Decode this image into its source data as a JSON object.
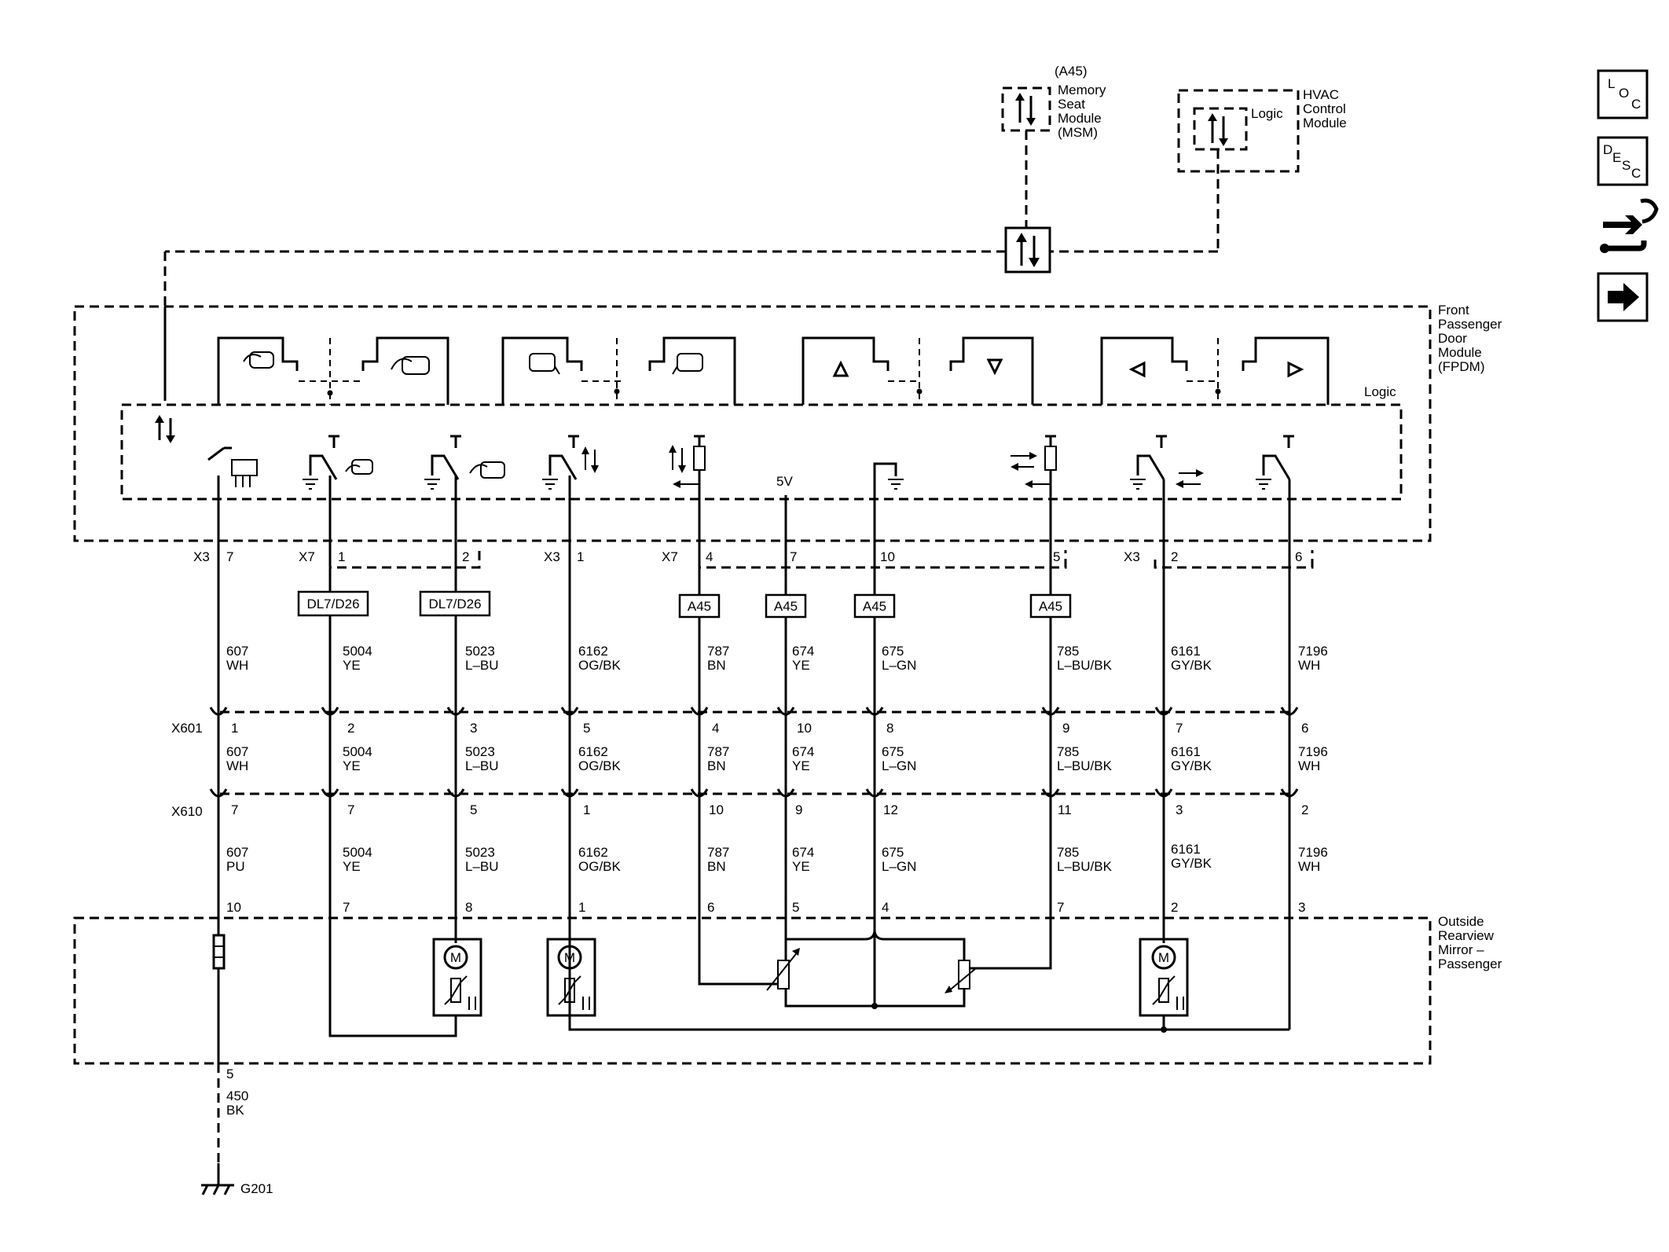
{
  "modules": {
    "msm": {
      "id": "(A45)",
      "name_lines": [
        "Memory",
        "Seat",
        "Module",
        "(MSM)"
      ]
    },
    "hvac": {
      "logic": "Logic",
      "name_lines": [
        "HVAC",
        "Control",
        "Module"
      ]
    },
    "fpdm": {
      "logic": "Logic",
      "name_lines": [
        "Front",
        "Passenger",
        "Door",
        "Module",
        "(FPDM)"
      ]
    },
    "mirror": {
      "name_lines": [
        "Outside",
        "Rearview",
        "Mirror –",
        "Passenger"
      ]
    }
  },
  "top_connectors": {
    "x3_left": "X3",
    "x7_left": "X7",
    "x3_mid": "X3",
    "x7_mid": "X7",
    "x3_right": "X3",
    "supply": "5V"
  },
  "circuits": [
    {
      "top_pin": "7",
      "splice": "",
      "wire": "607",
      "color": "WH",
      "x601": "1",
      "x601_wire": "607",
      "x601_color": "WH",
      "x610": "7",
      "x610_wire": "607",
      "x610_color": "PU",
      "mirror_pin": "10"
    },
    {
      "top_pin": "1",
      "splice": "DL7/D26",
      "wire": "5004",
      "color": "YE",
      "x601": "2",
      "x601_wire": "5004",
      "x601_color": "YE",
      "x610": "7",
      "x610_wire": "5004",
      "x610_color": "YE",
      "mirror_pin": "7"
    },
    {
      "top_pin": "2",
      "splice": "DL7/D26",
      "wire": "5023",
      "color": "L–BU",
      "x601": "3",
      "x601_wire": "5023",
      "x601_color": "L–BU",
      "x610": "5",
      "x610_wire": "5023",
      "x610_color": "L–BU",
      "mirror_pin": "8"
    },
    {
      "top_pin": "1",
      "splice": "",
      "wire": "6162",
      "color": "OG/BK",
      "x601": "5",
      "x601_wire": "6162",
      "x601_color": "OG/BK",
      "x610": "1",
      "x610_wire": "6162",
      "x610_color": "OG/BK",
      "mirror_pin": "1"
    },
    {
      "top_pin": "4",
      "splice": "A45",
      "wire": "787",
      "color": "BN",
      "x601": "4",
      "x601_wire": "787",
      "x601_color": "BN",
      "x610": "10",
      "x610_wire": "787",
      "x610_color": "BN",
      "mirror_pin": "6"
    },
    {
      "top_pin": "7",
      "splice": "A45",
      "wire": "674",
      "color": "YE",
      "x601": "10",
      "x601_wire": "674",
      "x601_color": "YE",
      "x610": "9",
      "x610_wire": "674",
      "x610_color": "YE",
      "mirror_pin": "5"
    },
    {
      "top_pin": "10",
      "splice": "A45",
      "wire": "675",
      "color": "L–GN",
      "x601": "8",
      "x601_wire": "675",
      "x601_color": "L–GN",
      "x610": "12",
      "x610_wire": "675",
      "x610_color": "L–GN",
      "mirror_pin": "4"
    },
    {
      "top_pin": "5",
      "splice": "A45",
      "wire": "785",
      "color": "L–BU/BK",
      "x601": "9",
      "x601_wire": "785",
      "x601_color": "L–BU/BK",
      "x610": "11",
      "x610_wire": "785",
      "x610_color": "L–BU/BK",
      "mirror_pin": "7"
    },
    {
      "top_pin": "2",
      "splice": "",
      "wire": "6161",
      "color": "GY/BK",
      "x601": "7",
      "x601_wire": "6161",
      "x601_color": "GY/BK",
      "x610": "3",
      "x610_wire": "6161",
      "x610_color": "GY/BK",
      "mirror_pin": "2"
    },
    {
      "top_pin": "6",
      "splice": "",
      "wire": "7196",
      "color": "WH",
      "x601": "6",
      "x601_wire": "7196",
      "x601_color": "WH",
      "x610": "2",
      "x610_wire": "7196",
      "x610_color": "WH",
      "mirror_pin": "3"
    }
  ],
  "row_labels": {
    "x601": "X601",
    "x610": "X610"
  },
  "motor_label": "M",
  "ground": {
    "pin": "5",
    "wire": "450",
    "color": "BK",
    "name": "G201"
  },
  "side_icons": [
    {
      "icon": "loc-icon",
      "letters": [
        "L",
        "O",
        "C"
      ]
    },
    {
      "icon": "desc-icon",
      "letters": [
        "D",
        "E",
        "S",
        "C"
      ]
    },
    {
      "icon": "troubleshoot-icon"
    },
    {
      "icon": "next-arrow-icon"
    }
  ]
}
